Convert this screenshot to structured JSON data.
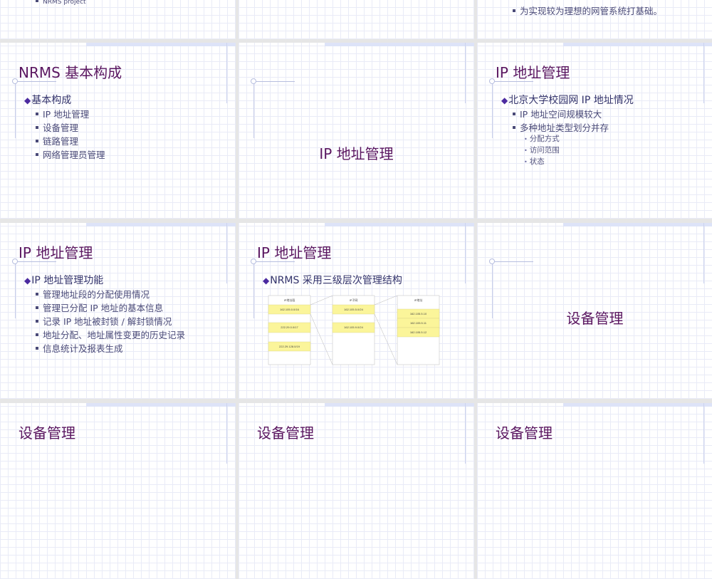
{
  "slides": [
    {
      "bullets2": [
        "NRMS project"
      ]
    },
    {},
    {
      "bullets2": [
        "为实现较为理想的网管系统打基础。"
      ]
    },
    {
      "title": "NRMS 基本构成",
      "bullet1": "基本构成",
      "bullets2": [
        "IP 地址管理",
        "设备管理",
        "链路管理",
        "网络管理员管理"
      ]
    },
    {
      "title": "IP 地址管理"
    },
    {
      "title": "IP 地址管理",
      "bullet1": "北京大学校园网 IP 地址情况",
      "bullets2": [
        "IP 地址空间规模较大",
        "多种地址类型划分并存"
      ],
      "bullets3": [
        "分配方式",
        "访问范围",
        "状态"
      ]
    },
    {
      "title": "IP 地址管理",
      "bullet1": "IP 地址管理功能",
      "bullets2": [
        "管理地址段的分配使用情况",
        "管理已分配 IP 地址的基本信息",
        "记录 IP 地址被封锁 / 解封锁情况",
        "地址分配、地址属性变更的历史记录",
        "信息统计及报表生成"
      ]
    },
    {
      "title": "IP 地址管理",
      "bullet1": "NRMS 采用三级层次管理结构",
      "diagram": {
        "headers": [
          "IP地址段",
          "IP子网",
          "IP地址"
        ],
        "segments": [
          "162.105.0.0/16",
          "222.29.0.0/17",
          "222.29.128.0/19"
        ],
        "subnets": [
          "162.105.5.0/24",
          "162.105.9.0/24"
        ],
        "addresses": [
          "162.105.5.10",
          "162.105.5.11",
          "162.105.5.12"
        ],
        "highlight_color": "#fbf59a"
      }
    },
    {
      "title": "设备管理"
    },
    {
      "title": "设备管理"
    },
    {
      "title": "设备管理"
    },
    {
      "title": "设备管理"
    }
  ],
  "colors": {
    "title": "#5a1660",
    "text": "#33336b",
    "background": "#e6e6e6"
  }
}
